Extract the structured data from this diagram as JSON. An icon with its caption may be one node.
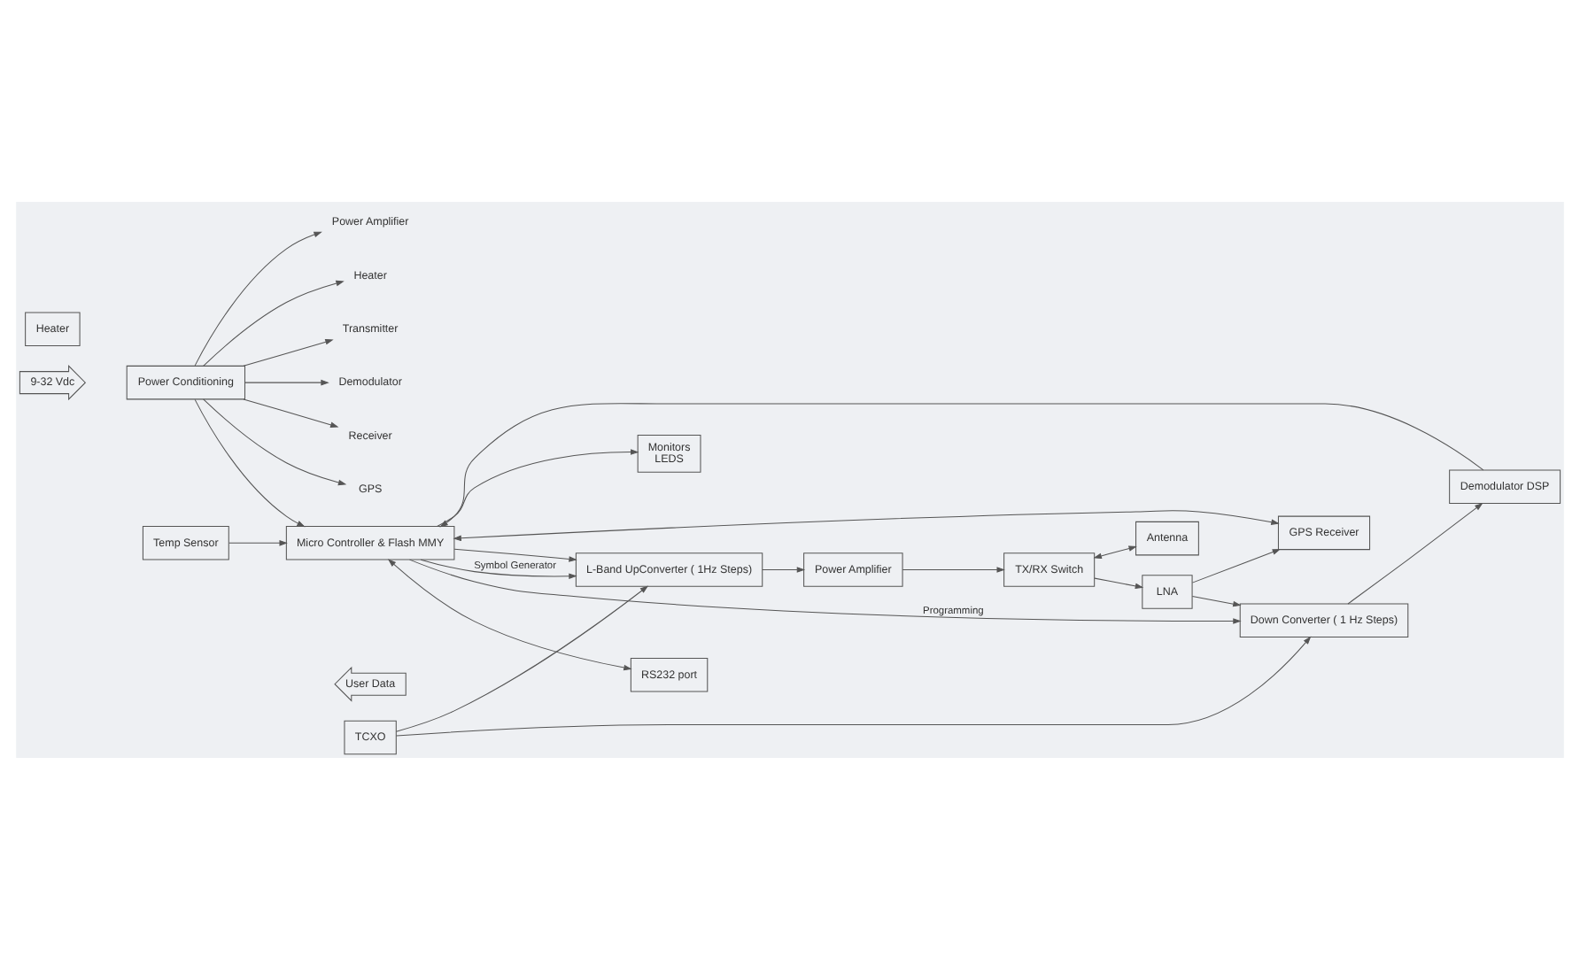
{
  "diagram": {
    "nodes": [
      {
        "text": [
          "9-32 Vdc"
        ]
      },
      {
        "text": [
          "Power Conditioning"
        ]
      },
      {
        "text": [
          "Power Amplifier"
        ]
      },
      {
        "text": [
          "Heater"
        ]
      },
      {
        "text": [
          "Transmitter"
        ]
      },
      {
        "text": [
          "Demodulator"
        ]
      },
      {
        "text": [
          "Receiver"
        ]
      },
      {
        "text": [
          "GPS"
        ]
      },
      {
        "text": [
          "Heater"
        ]
      },
      {
        "text": [
          "GPS Receiver"
        ]
      },
      {
        "text": [
          "Demodulator DSP"
        ]
      },
      {
        "text": [
          "Down Converter ( 1 Hz Steps)"
        ]
      },
      {
        "text": [
          "LNA"
        ]
      },
      {
        "text": [
          "Monitors",
          "LEDS"
        ]
      },
      {
        "text": [
          "Micro Controller & Flash MMY"
        ]
      },
      {
        "text": [
          "TCXO"
        ]
      },
      {
        "text": [
          "TX/RX Switch"
        ]
      },
      {
        "text": [
          "Antenna"
        ]
      },
      {
        "text": [
          "User Data"
        ]
      },
      {
        "text": [
          "RS232 port"
        ]
      },
      {
        "text": [
          "Temp Sensor"
        ]
      },
      {
        "text": [
          "L-Band UpConverter ( 1Hz Steps)"
        ]
      },
      {
        "text": [
          "Power Amplifier"
        ]
      }
    ],
    "edges": [
      {
        "from": 1,
        "to": 2,
        "arrow": "to"
      },
      {
        "from": 1,
        "to": 3,
        "arrow": "to"
      },
      {
        "from": 1,
        "to": 4,
        "arrow": "to"
      },
      {
        "from": 1,
        "to": 5,
        "arrow": "to"
      },
      {
        "from": 1,
        "to": 6,
        "arrow": "to"
      },
      {
        "from": 1,
        "to": 7,
        "arrow": "to"
      },
      {
        "from": 1,
        "to": 14,
        "arrow": "to"
      },
      {
        "from": 14,
        "to": 9,
        "arrow": "both"
      },
      {
        "from": 10,
        "to": 14,
        "arrow": "to"
      },
      {
        "from": 11,
        "to": 10,
        "arrow": "to"
      },
      {
        "from": 12,
        "to": 11,
        "arrow": "to"
      },
      {
        "from": 12,
        "to": 9,
        "arrow": "to"
      },
      {
        "from": 16,
        "to": 12,
        "arrow": "to"
      },
      {
        "from": 14,
        "to": 13,
        "arrow": "to"
      },
      {
        "from": 14,
        "to": 11,
        "arrow": "to",
        "label": "Programming"
      },
      {
        "from": 14,
        "to": 21,
        "arrow": "to"
      },
      {
        "from": 14,
        "to": 21,
        "arrow": "to",
        "label": "Symbol Generator"
      },
      {
        "from": 20,
        "to": 14,
        "arrow": "to"
      },
      {
        "from": 14,
        "to": 19,
        "arrow": "both"
      },
      {
        "from": 15,
        "to": 11,
        "arrow": "to"
      },
      {
        "from": 15,
        "to": 21,
        "arrow": "to"
      },
      {
        "from": 21,
        "to": 22,
        "arrow": "to"
      },
      {
        "from": 22,
        "to": 16,
        "arrow": "to"
      },
      {
        "from": 16,
        "to": 17,
        "arrow": "both"
      }
    ]
  }
}
